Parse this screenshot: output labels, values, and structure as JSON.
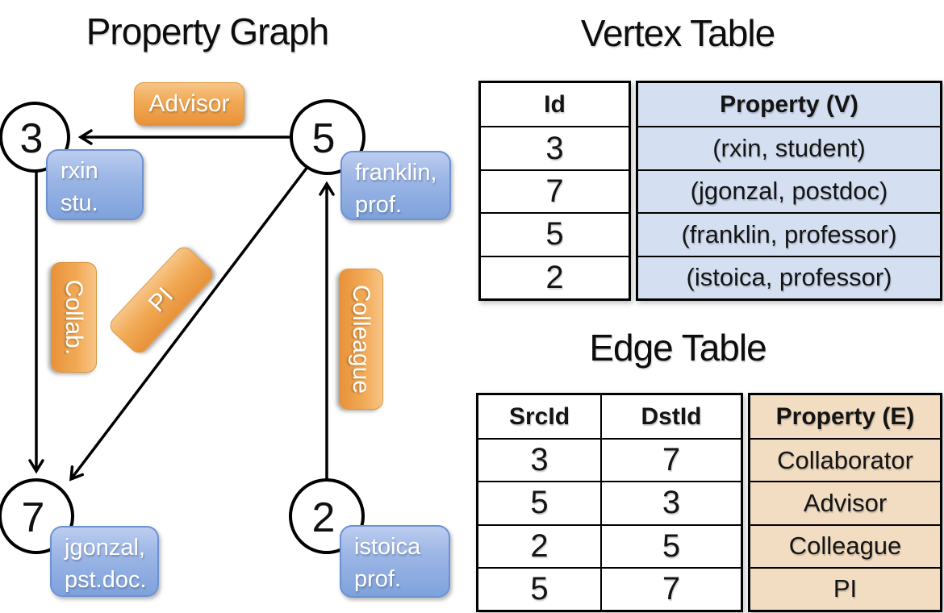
{
  "graph": {
    "title": "Property Graph",
    "nodes": [
      {
        "id": "3",
        "label_line1": "rxin",
        "label_line2": "stu."
      },
      {
        "id": "5",
        "label_line1": "franklin,",
        "label_line2": "prof."
      },
      {
        "id": "7",
        "label_line1": "jgonzal,",
        "label_line2": "pst.doc."
      },
      {
        "id": "2",
        "label_line1": "istoica",
        "label_line2": "prof."
      }
    ],
    "edge_labels": [
      {
        "label": "Advisor"
      },
      {
        "label": "Collab."
      },
      {
        "label": "PI"
      },
      {
        "label": "Colleague"
      }
    ],
    "edges": [
      {
        "from": "5",
        "to": "3",
        "label": "Advisor"
      },
      {
        "from": "3",
        "to": "7",
        "label": "Collab."
      },
      {
        "from": "5",
        "to": "7",
        "label": "PI"
      },
      {
        "from": "2",
        "to": "5",
        "label": "Colleague"
      }
    ]
  },
  "vertex_table": {
    "title": "Vertex Table",
    "headers": {
      "id": "Id",
      "property": "Property (V)"
    },
    "rows": [
      {
        "id": "3",
        "property": "(rxin, student)"
      },
      {
        "id": "7",
        "property": "(jgonzal, postdoc)"
      },
      {
        "id": "5",
        "property": "(franklin, professor)"
      },
      {
        "id": "2",
        "property": "(istoica, professor)"
      }
    ]
  },
  "edge_table": {
    "title": "Edge Table",
    "headers": {
      "src": "SrcId",
      "dst": "DstId",
      "property": "Property (E)"
    },
    "rows": [
      {
        "src": "3",
        "dst": "7",
        "property": "Collaborator"
      },
      {
        "src": "5",
        "dst": "3",
        "property": "Advisor"
      },
      {
        "src": "2",
        "dst": "5",
        "property": "Colleague"
      },
      {
        "src": "5",
        "dst": "7",
        "property": "PI"
      }
    ]
  },
  "colors": {
    "node_label_blue": "#8fafe2",
    "edge_label_orange": "#f0a852",
    "vertex_property_fill": "#d4dff2",
    "edge_property_fill": "#f2dcc2",
    "line_black": "#000000",
    "background": "#ffffff"
  }
}
